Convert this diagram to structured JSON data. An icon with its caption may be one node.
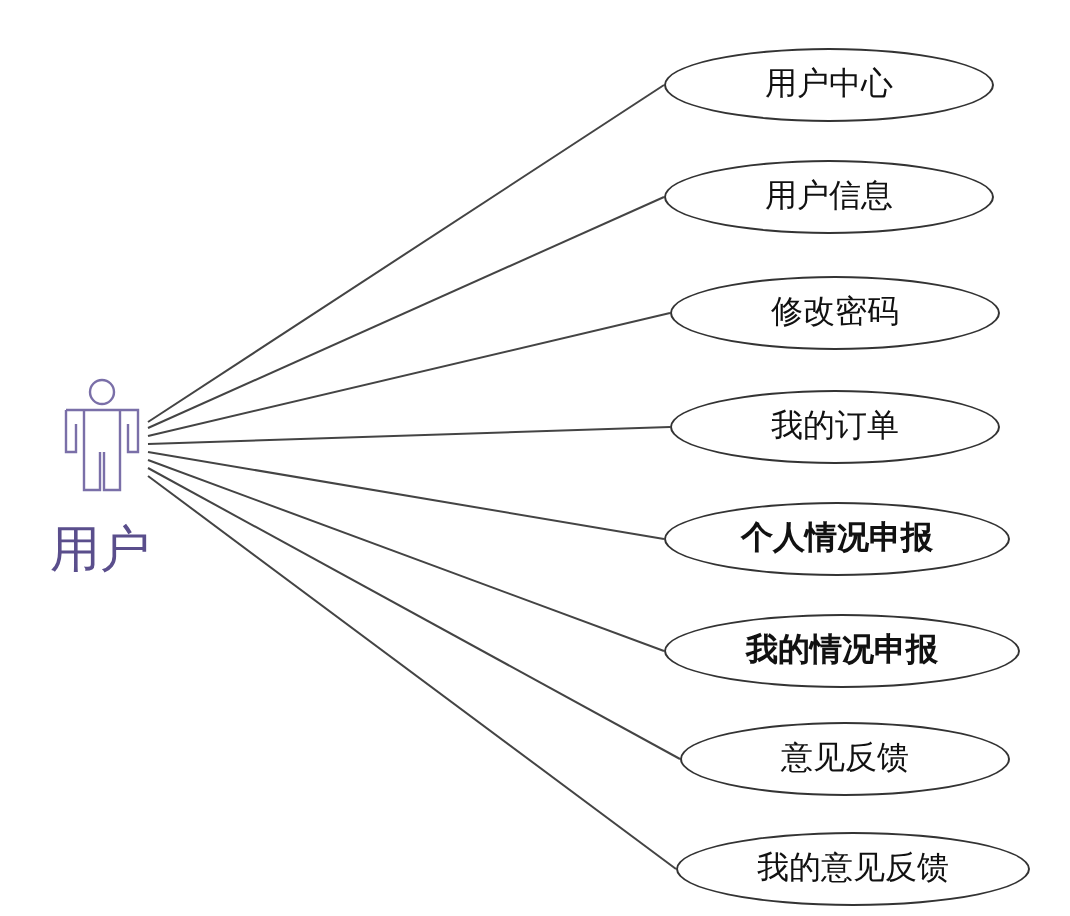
{
  "diagram": {
    "nodes": [
      {
        "text": [
          "用户"
        ]
      },
      {
        "text": [
          "用户中心"
        ]
      },
      {
        "text": [
          "用户信息"
        ]
      },
      {
        "text": [
          "修改密码"
        ]
      },
      {
        "text": [
          "我的订单"
        ]
      },
      {
        "text": [
          "个人情况申报"
        ]
      },
      {
        "text": [
          "我的情况申报"
        ]
      },
      {
        "text": [
          "意见反馈"
        ]
      },
      {
        "text": [
          "我的意见反馈"
        ]
      }
    ],
    "edges": [
      {
        "from": 0,
        "to": 1,
        "arrow": "none"
      },
      {
        "from": 0,
        "to": 2,
        "arrow": "none"
      },
      {
        "from": 0,
        "to": 3,
        "arrow": "none"
      },
      {
        "from": 0,
        "to": 4,
        "arrow": "none"
      },
      {
        "from": 0,
        "to": 5,
        "arrow": "none"
      },
      {
        "from": 0,
        "to": 6,
        "arrow": "none"
      },
      {
        "from": 0,
        "to": 7,
        "arrow": "none"
      },
      {
        "from": 0,
        "to": 8,
        "arrow": "none"
      }
    ]
  }
}
